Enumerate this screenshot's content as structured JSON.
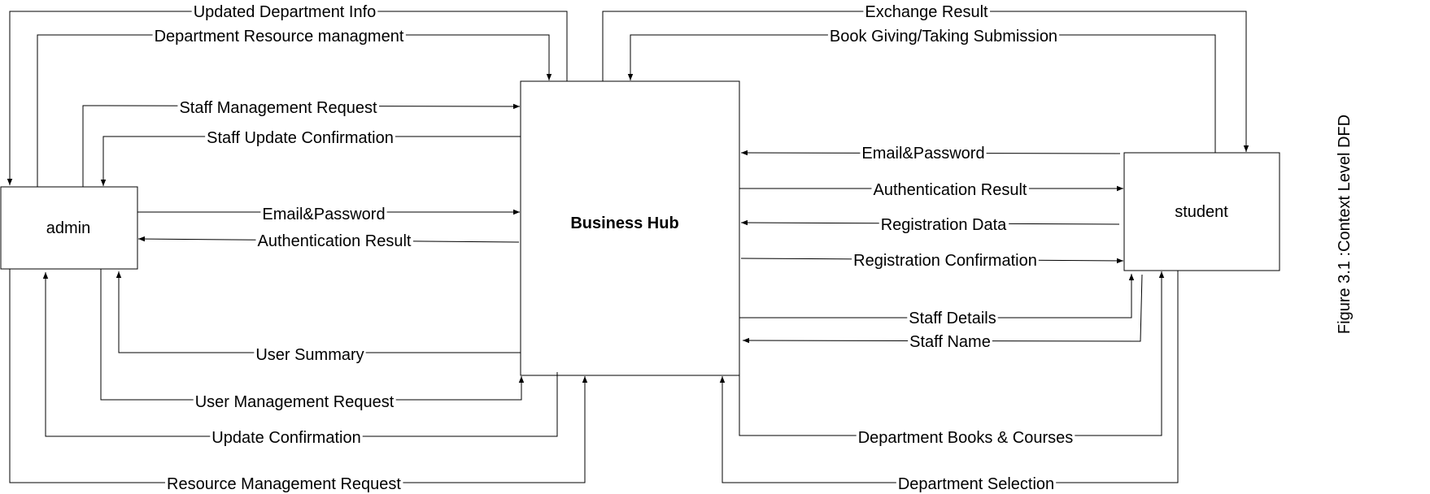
{
  "entities": {
    "admin": "admin",
    "hub": "Business Hub",
    "student": "student"
  },
  "flows": {
    "updated_department_info": "Updated Department Info",
    "department_resource_management": "Department Resource managment",
    "staff_management_request": "Staff Management Request",
    "staff_update_confirmation": "Staff Update Confirmation",
    "admin_email_password": "Email&Password",
    "admin_authentication_result": "Authentication Result",
    "user_summary": "User Summary",
    "user_management_request": "User Management Request",
    "update_confirmation": "Update Confirmation",
    "resource_management_request": "Resource Management Request",
    "exchange_result": "Exchange Result",
    "book_giving_taking_submission": "Book Giving/Taking Submission",
    "student_email_password": "Email&Password",
    "student_authentication_result": "Authentication Result",
    "registration_data": "Registration Data",
    "registration_confirmation": "Registration Confirmation",
    "staff_details": "Staff Details",
    "staff_name": "Staff Name",
    "department_books_courses": "Department Books & Courses",
    "department_selection": "Department Selection"
  },
  "caption": "Figure 3.1 :Context Level DFD"
}
